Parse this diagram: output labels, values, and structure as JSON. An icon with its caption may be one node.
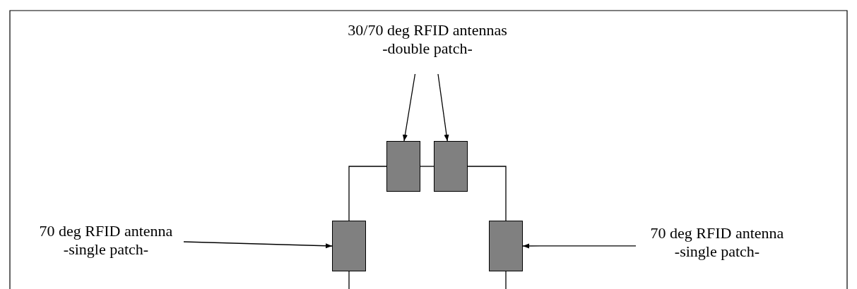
{
  "diagram": {
    "nodes": [
      {
        "text": [
          "30/70 deg RFID antennas",
          "-double patch-"
        ]
      },
      {
        "text": [],
        "shape": "box"
      },
      {
        "text": [],
        "shape": "box"
      },
      {
        "text": [
          "70 deg RFID antenna",
          "-single patch-"
        ]
      },
      {
        "text": [],
        "shape": "box"
      },
      {
        "text": [],
        "shape": "box"
      },
      {
        "text": [
          "70 deg RFID antenna",
          "-single patch-"
        ]
      }
    ],
    "edges": [
      {
        "from": 0,
        "to": 1,
        "arrow": "to"
      },
      {
        "from": 0,
        "to": 2,
        "arrow": "to"
      },
      {
        "from": 3,
        "to": 4,
        "arrow": "to"
      },
      {
        "from": 6,
        "to": 5,
        "arrow": "to"
      },
      {
        "from": 1,
        "to": 2,
        "arrow": "none"
      },
      {
        "from": 1,
        "to": 4,
        "arrow": "none"
      },
      {
        "from": 2,
        "to": 5,
        "arrow": "none"
      },
      {
        "from": 4,
        "to": null,
        "arrow": "none"
      },
      {
        "from": 5,
        "to": null,
        "arrow": "none"
      }
    ]
  }
}
